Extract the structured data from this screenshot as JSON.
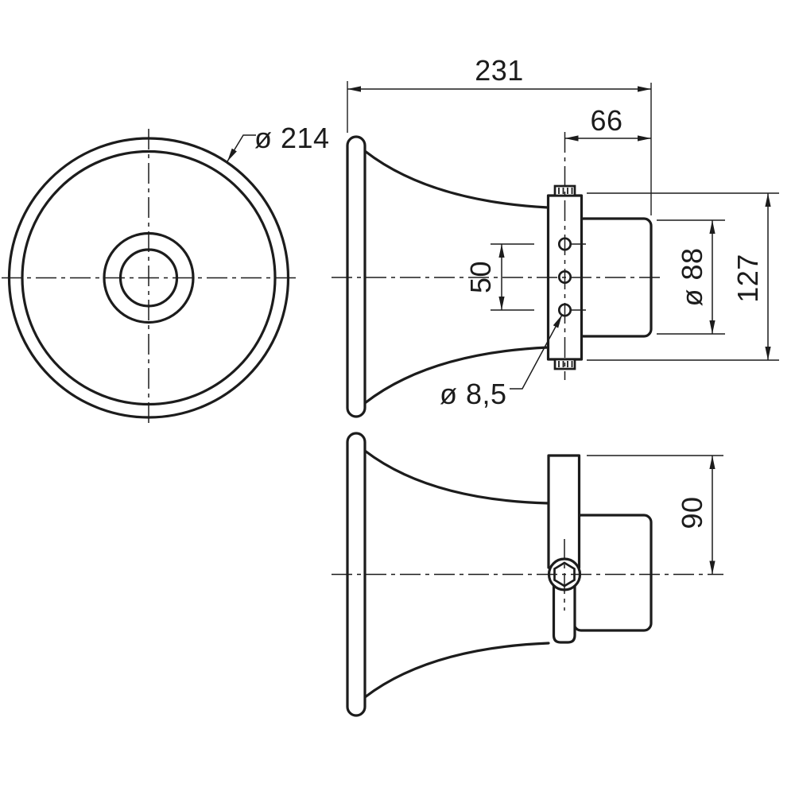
{
  "page": {
    "background": "#ffffff",
    "line_color": "#1c1c1c",
    "kind": "technical dimension drawing, horn speaker, three orthographic views"
  },
  "drawing": {
    "views": {
      "front": {
        "labels": {
          "flare_diameter": "ø 214"
        }
      },
      "side": {
        "labels": {
          "overall_length": "231",
          "rear_offset": "66",
          "hole_spacing": "50",
          "hole_diameter": "ø 8,5",
          "driver_diameter": "ø 88",
          "overall_height": "127"
        }
      },
      "side_lower": {
        "labels": {
          "bracket_height": "90"
        }
      }
    }
  }
}
